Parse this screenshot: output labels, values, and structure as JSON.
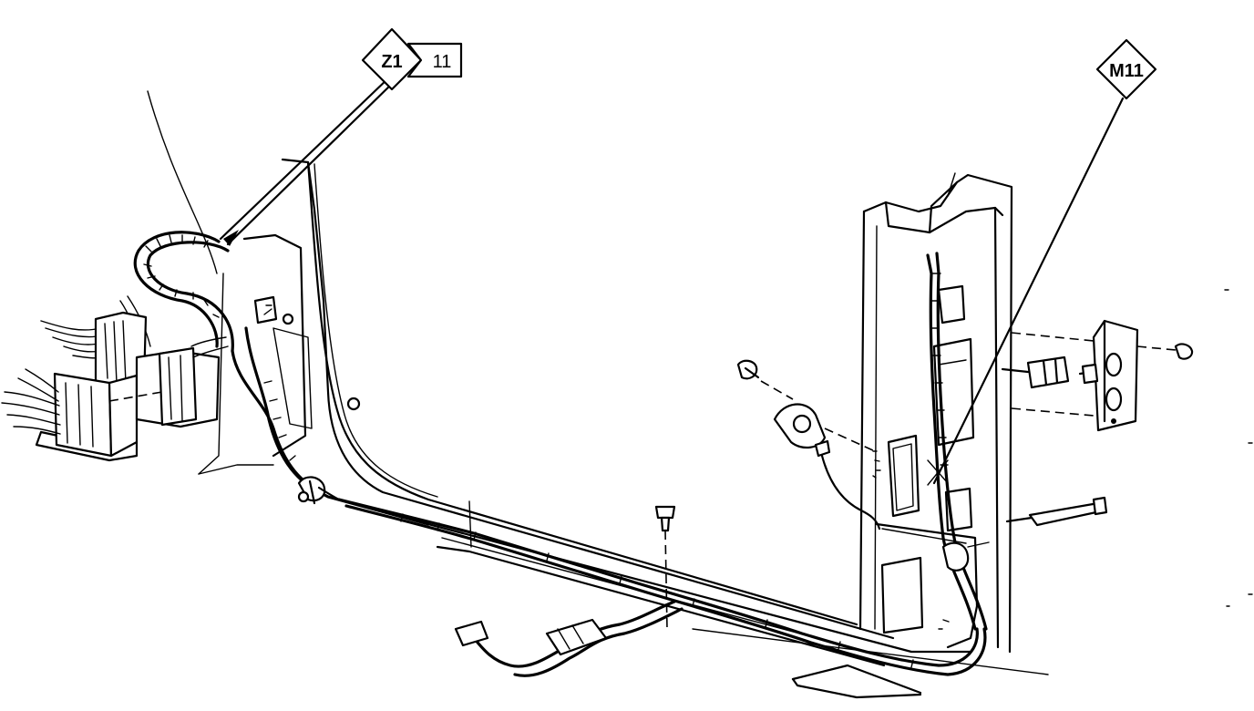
{
  "callouts": [
    {
      "code": "Z1",
      "ref": "11"
    },
    {
      "code": "M11"
    }
  ]
}
